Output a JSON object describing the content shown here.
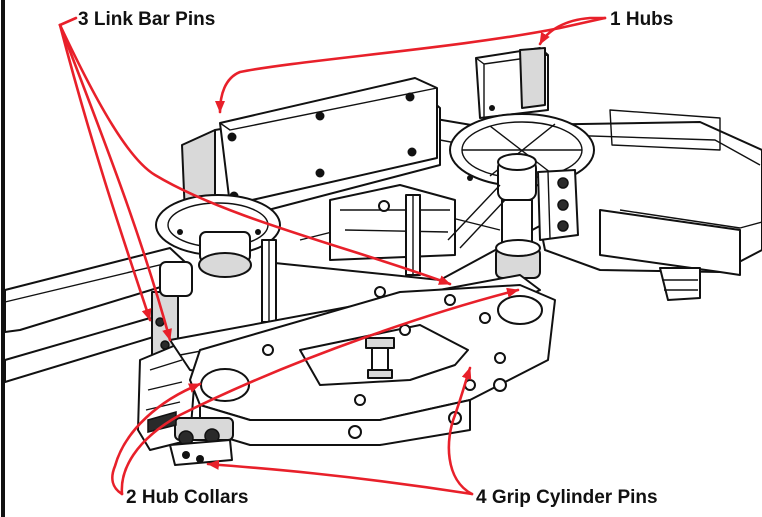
{
  "colors": {
    "accent": "#e8202a",
    "ink": "#111111",
    "background": "#ffffff"
  },
  "callouts": {
    "hubs": "1 Hubs",
    "hub_collars": "2 Hub Collars",
    "link_bar_pins": "3 Link Bar Pins",
    "grip_cylinder_pins": "4 Grip Cylinder Pins"
  }
}
